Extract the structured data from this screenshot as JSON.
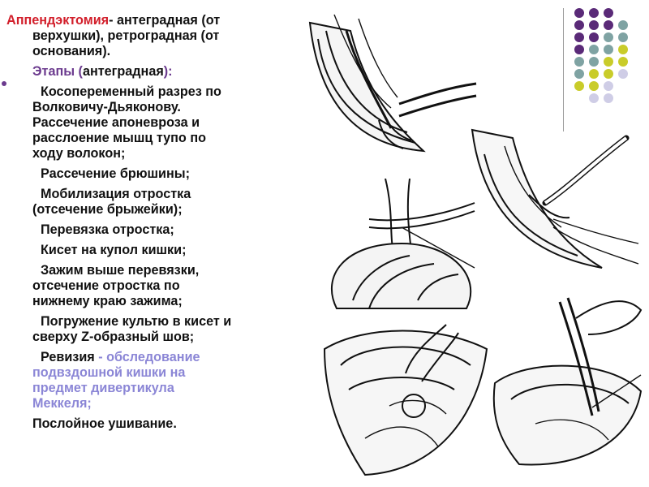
{
  "text_lines": [
    {
      "segments": [
        {
          "t": "Аппендэктомия",
          "c": "red"
        },
        {
          "t": "- антеградная (от",
          "c": "dark"
        }
      ],
      "indent": 0
    },
    {
      "segments": [
        {
          "t": "верхушки), ретроградная (от",
          "c": "dark"
        }
      ],
      "indent": 32
    },
    {
      "segments": [
        {
          "t": "основания).",
          "c": "dark"
        }
      ],
      "indent": 32
    },
    {
      "segments": [
        {
          "t": "Этапы (",
          "c": "purple"
        },
        {
          "t": "антеградная",
          "c": "dark"
        },
        {
          "t": "):",
          "c": "purple"
        }
      ],
      "indent": 32,
      "gap": true
    },
    {
      "segments": [
        {
          "t": "Косопеременный разрез по",
          "c": "dark"
        }
      ],
      "indent": 42,
      "gap": true
    },
    {
      "segments": [
        {
          "t": "Волковичу-Дьяконову.",
          "c": "dark"
        }
      ],
      "indent": 32
    },
    {
      "segments": [
        {
          "t": "Рассечение апоневроза и",
          "c": "dark"
        }
      ],
      "indent": 32
    },
    {
      "segments": [
        {
          "t": "расслоение мышц тупо по",
          "c": "dark"
        }
      ],
      "indent": 32
    },
    {
      "segments": [
        {
          "t": "ходу волокон;",
          "c": "dark"
        }
      ],
      "indent": 32
    },
    {
      "segments": [
        {
          "t": "Рассечение брюшины;",
          "c": "dark"
        }
      ],
      "indent": 42,
      "gap": true
    },
    {
      "segments": [
        {
          "t": "Мобилизация отростка",
          "c": "dark"
        }
      ],
      "indent": 42,
      "gap": true
    },
    {
      "segments": [
        {
          "t": "(отсечение брыжейки);",
          "c": "dark"
        }
      ],
      "indent": 32
    },
    {
      "segments": [
        {
          "t": "Перевязка отростка;",
          "c": "dark"
        }
      ],
      "indent": 42,
      "gap": true
    },
    {
      "segments": [
        {
          "t": "Кисет на купол кишки;",
          "c": "dark"
        }
      ],
      "indent": 42,
      "gap": true
    },
    {
      "segments": [
        {
          "t": "Зажим выше перевязки,",
          "c": "dark"
        }
      ],
      "indent": 42,
      "gap": true
    },
    {
      "segments": [
        {
          "t": "отсечение отростка по",
          "c": "dark"
        }
      ],
      "indent": 32
    },
    {
      "segments": [
        {
          "t": "нижнему краю зажима;",
          "c": "dark"
        }
      ],
      "indent": 32
    },
    {
      "segments": [
        {
          "t": "Погружение культю в кисет и",
          "c": "dark"
        }
      ],
      "indent": 42,
      "gap": true
    },
    {
      "segments": [
        {
          "t": "сверху Z-образный шов;",
          "c": "dark"
        }
      ],
      "indent": 32
    },
    {
      "segments": [
        {
          "t": "Ревизия",
          "c": "dark"
        },
        {
          "t": " - обследование",
          "c": "lavender"
        }
      ],
      "indent": 42,
      "gap": true
    },
    {
      "segments": [
        {
          "t": "подвздошной кишки на",
          "c": "lavender"
        }
      ],
      "indent": 32
    },
    {
      "segments": [
        {
          "t": "предмет  дивертикула",
          "c": "lavender"
        }
      ],
      "indent": 32
    },
    {
      "segments": [
        {
          "t": "Меккеля;",
          "c": "lavender"
        }
      ],
      "indent": 32
    },
    {
      "segments": [
        {
          "t": "Послойное ушивание",
          "c": "dark"
        },
        {
          "t": ".",
          "c": "dark"
        }
      ],
      "indent": 32,
      "gap": true
    }
  ],
  "colors": {
    "red": "#d21f2b",
    "purple": "#6b3a8e",
    "lavender": "#8b86d6",
    "dark": "#111111",
    "dot_purple": "#5a2a78",
    "dot_teal": "#7fa3a3",
    "dot_yellow": "#c9cc2a",
    "dot_light": "#cfcde6"
  },
  "dot_grid": [
    [
      "dot_purple",
      "dot_purple",
      "dot_purple",
      ""
    ],
    [
      "dot_purple",
      "dot_purple",
      "dot_purple",
      "dot_teal"
    ],
    [
      "dot_purple",
      "dot_purple",
      "dot_teal",
      "dot_teal"
    ],
    [
      "dot_purple",
      "dot_teal",
      "dot_teal",
      "dot_yellow"
    ],
    [
      "dot_teal",
      "dot_teal",
      "dot_yellow",
      "dot_yellow"
    ],
    [
      "dot_teal",
      "dot_yellow",
      "dot_yellow",
      "dot_light"
    ],
    [
      "dot_yellow",
      "dot_yellow",
      "dot_light",
      ""
    ],
    [
      "",
      "dot_light",
      "dot_light",
      ""
    ]
  ],
  "illustrations": [
    {
      "name": "illustration-mobilization",
      "icon": "surgical-drawing-icon"
    },
    {
      "name": "illustration-appendix-exteriorized",
      "icon": "surgical-drawing-icon"
    },
    {
      "name": "illustration-ligation",
      "icon": "surgical-drawing-icon"
    },
    {
      "name": "illustration-purse-string",
      "icon": "surgical-drawing-icon"
    },
    {
      "name": "illustration-stump-inversion",
      "icon": "surgical-drawing-icon"
    }
  ]
}
